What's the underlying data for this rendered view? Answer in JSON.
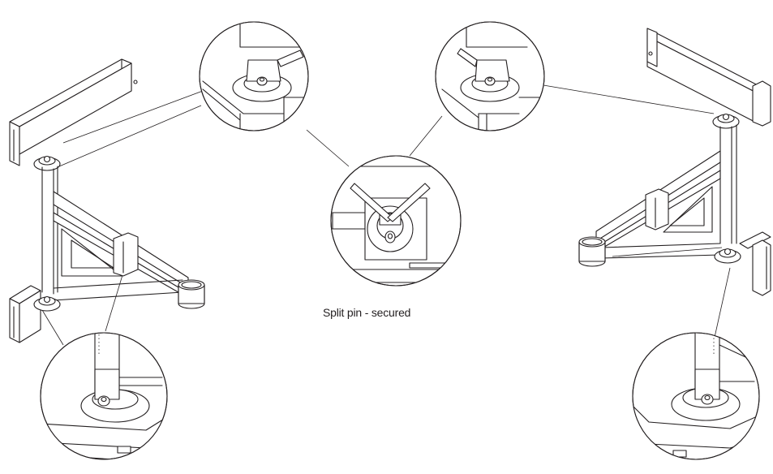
{
  "diagram": {
    "caption": "Split pin - secured",
    "views": [
      {
        "name": "left-wall-bracket-assembly"
      },
      {
        "name": "right-wall-bracket-assembly"
      },
      {
        "name": "split-pin-detail"
      }
    ]
  }
}
